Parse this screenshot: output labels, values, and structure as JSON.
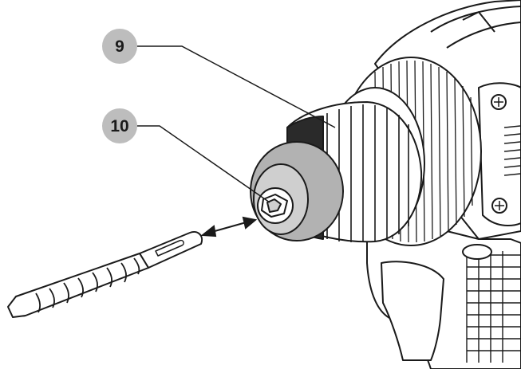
{
  "callouts": [
    {
      "number": "9",
      "target": "chuck-sleeve"
    },
    {
      "number": "10",
      "target": "chuck-jaws"
    }
  ],
  "colors": {
    "outline": "#1a1a1a",
    "chuck_gray": "#b2b2b2",
    "chuck_gray_light": "#cfcfcf",
    "callout_bg": "#bdbdbd",
    "background": "#ffffff"
  }
}
